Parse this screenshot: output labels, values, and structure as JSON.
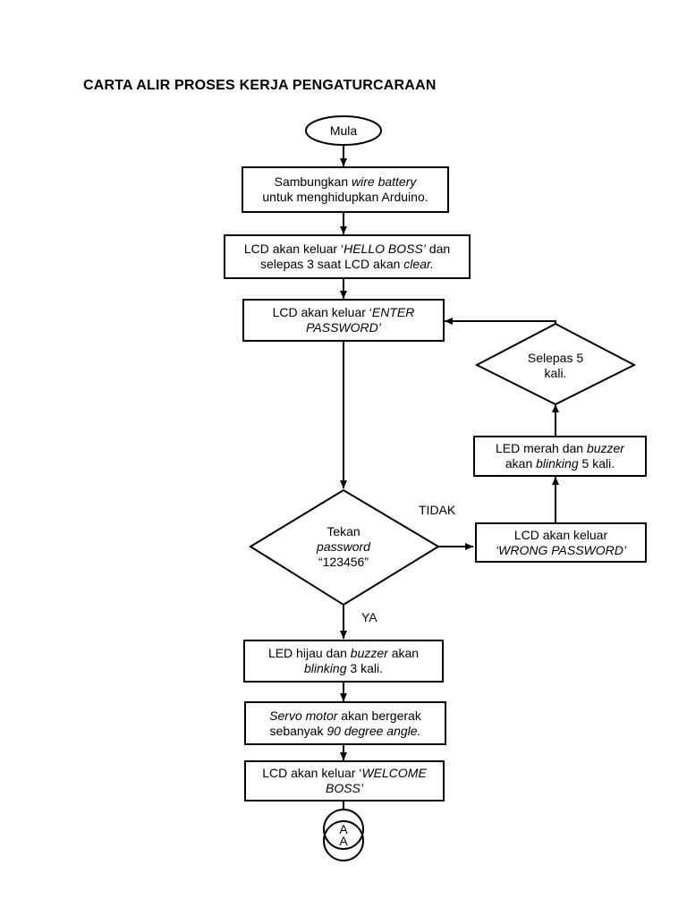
{
  "title": "CARTA ALIR PROSES KERJA PENGATURCARAAN",
  "nodes": {
    "start": "Mula",
    "connect": {
      "line1_a": "Sambungkan ",
      "line1_b": "wire battery",
      "line2": "untuk menghidupkan Arduino."
    },
    "hello": {
      "line1_a": "LCD akan keluar ‘",
      "line1_b": "HELLO BOSS’",
      "line1_c": " dan",
      "line2_a": "selepas 3 saat LCD akan ",
      "line2_b": "clear."
    },
    "enter": {
      "line1_a": "LCD akan keluar ‘",
      "line1_b": "ENTER",
      "line2": "PASSWORD’"
    },
    "decision_password": {
      "line1": "Tekan",
      "line2": "password",
      "line3": "“123456”"
    },
    "decision_retry": {
      "line1": "Selepas 5",
      "line2": "kali."
    },
    "wrong": {
      "line1": "LCD akan keluar",
      "line2": "‘WRONG PASSWORD’"
    },
    "red_led": {
      "line1_a": "LED merah dan ",
      "line1_b": "buzzer",
      "line2_a": "akan ",
      "line2_b": "blinking",
      "line2_c": " 5 kali."
    },
    "green_led": {
      "line1_a": "LED hijau dan ",
      "line1_b": "buzzer",
      "line1_c": " akan",
      "line2_a": "blinking",
      "line2_b": " 3 kali."
    },
    "servo": {
      "line1_a": "Servo motor",
      "line1_b": " akan bergerak",
      "line2_a": "sebanyak ",
      "line2_b": "90 degree angle."
    },
    "welcome": {
      "line1_a": "LCD akan keluar ‘",
      "line1_b": "WELCOME",
      "line2": "BOSS’"
    },
    "connector_a": "A"
  },
  "edge_labels": {
    "no": "TIDAK",
    "yes": "YA"
  }
}
